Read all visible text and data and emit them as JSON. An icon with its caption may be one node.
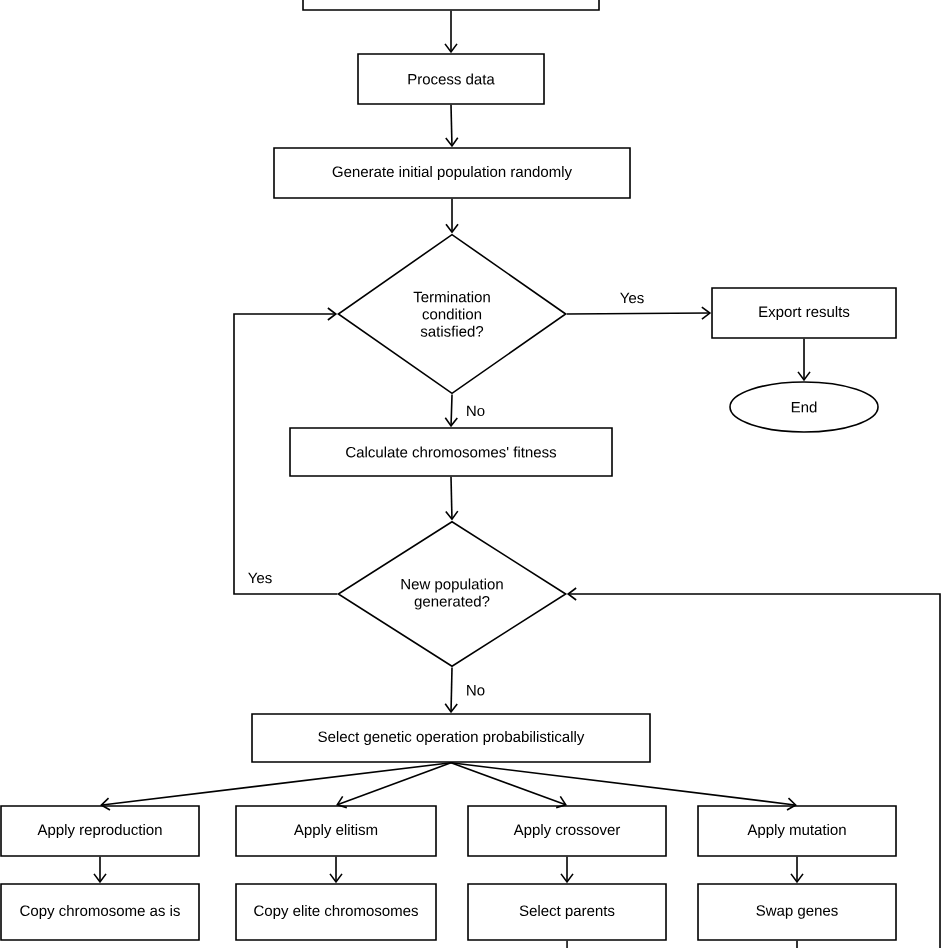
{
  "diagram": {
    "nodes": [
      {
        "text": [],
        "shape": "box"
      },
      {
        "text": [
          "Process data"
        ]
      },
      {
        "text": [
          "Generate initial population randomly"
        ]
      },
      {
        "text": [
          "Termination condition satisfied?"
        ]
      },
      {
        "text": [
          "Export results"
        ]
      },
      {
        "text": [
          "End"
        ]
      },
      {
        "text": [
          "Calculate chromosomes' fitness"
        ]
      },
      {
        "text": [
          "New population generated?"
        ]
      },
      {
        "text": [
          "Select genetic operation probabilistically"
        ]
      },
      {
        "text": [
          "Apply reproduction"
        ]
      },
      {
        "text": [
          "Apply elitism"
        ]
      },
      {
        "text": [
          "Apply crossover"
        ]
      },
      {
        "text": [
          "Apply mutation"
        ]
      },
      {
        "text": [
          "Copy chromosome as is"
        ]
      },
      {
        "text": [
          "Copy elite chromosomes"
        ]
      },
      {
        "text": [
          "Select parents"
        ]
      },
      {
        "text": [
          "Swap genes"
        ]
      }
    ],
    "edges": [
      {
        "from": 0,
        "to": 1,
        "arrow": "to"
      },
      {
        "from": 1,
        "to": 2,
        "arrow": "to"
      },
      {
        "from": 2,
        "to": 3,
        "arrow": "to"
      },
      {
        "from": 3,
        "to": 4,
        "arrow": "to",
        "label": "Yes"
      },
      {
        "from": 4,
        "to": 5,
        "arrow": "to"
      },
      {
        "from": 3,
        "to": 6,
        "arrow": "to",
        "label": "No"
      },
      {
        "from": 6,
        "to": 7,
        "arrow": "to"
      },
      {
        "from": 7,
        "to": 3,
        "arrow": "to",
        "label": "Yes"
      },
      {
        "from": 7,
        "to": 8,
        "arrow": "to",
        "label": "No"
      },
      {
        "from": 8,
        "to": 9,
        "arrow": "to"
      },
      {
        "from": 8,
        "to": 10,
        "arrow": "to"
      },
      {
        "from": 8,
        "to": 11,
        "arrow": "to"
      },
      {
        "from": 8,
        "to": 12,
        "arrow": "to"
      },
      {
        "from": 9,
        "to": 13,
        "arrow": "to"
      },
      {
        "from": 10,
        "to": 14,
        "arrow": "to"
      },
      {
        "from": 11,
        "to": 15,
        "arrow": "to"
      },
      {
        "from": 12,
        "to": 16,
        "arrow": "to"
      },
      {
        "from": 15,
        "to": null,
        "arrow": "none"
      },
      {
        "from": 16,
        "to": null,
        "arrow": "none"
      },
      {
        "from": null,
        "to": 7,
        "arrow": "to"
      }
    ]
  }
}
